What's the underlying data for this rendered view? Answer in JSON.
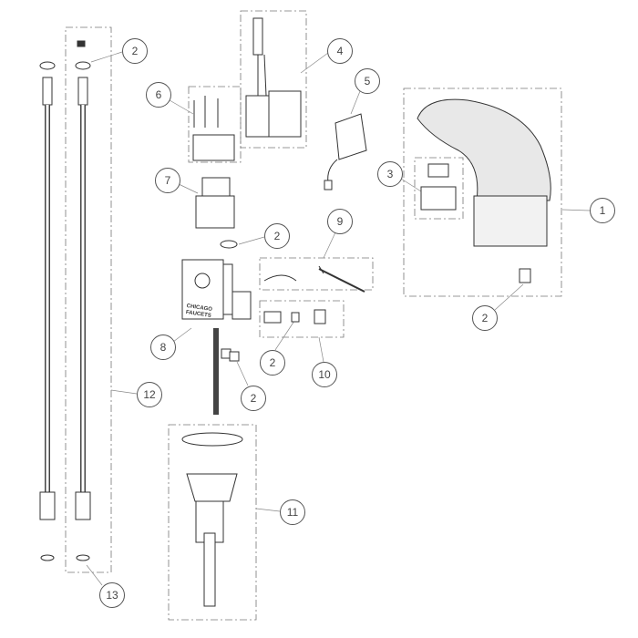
{
  "diagram": {
    "callouts": {
      "c1": "1",
      "c2a": "2",
      "c2b": "2",
      "c2c": "2",
      "c2d": "2",
      "c2e": "2",
      "c3": "3",
      "c4": "4",
      "c5": "5",
      "c6": "6",
      "c7": "7",
      "c8": "8",
      "c9": "9",
      "c10": "10",
      "c11": "11",
      "c12": "12",
      "c13": "13"
    },
    "brand_line1": "CHICAGO",
    "brand_line2": "FAUCETS"
  }
}
